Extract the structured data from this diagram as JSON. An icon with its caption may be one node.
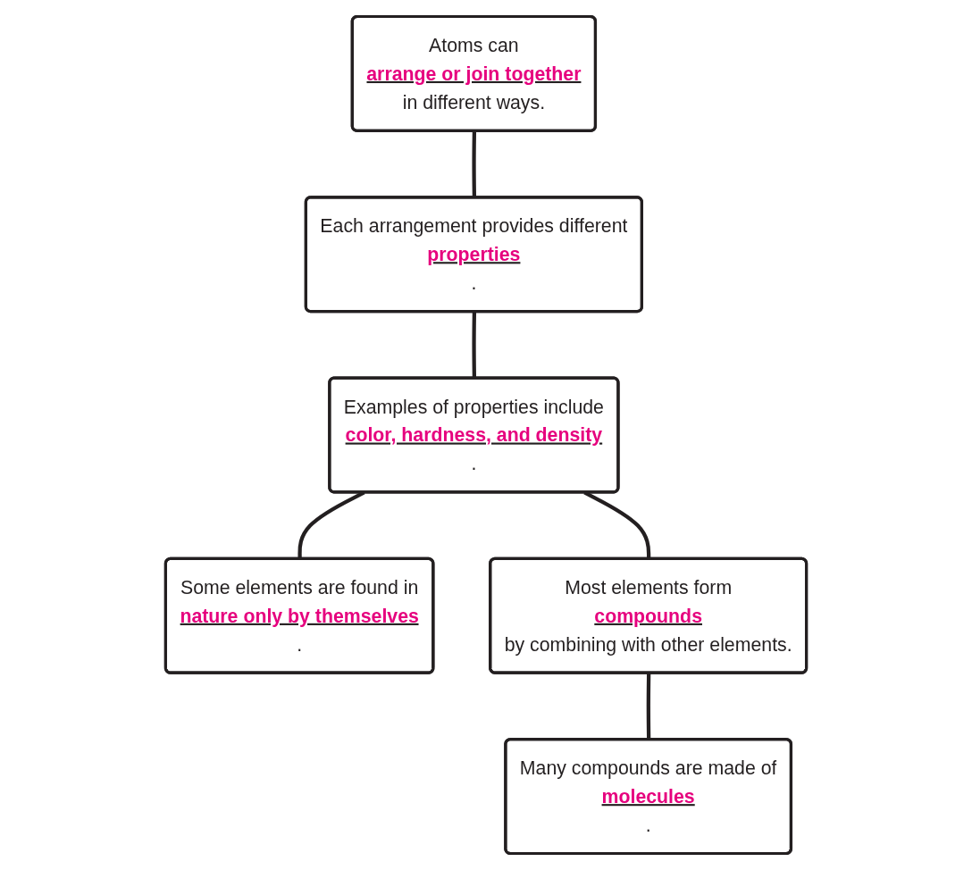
{
  "diagram": {
    "nodes": [
      {
        "text": [
          "Atoms can",
          "arrange or join together",
          "in different ways."
        ]
      },
      {
        "text": [
          "Each arrangement provides different",
          "properties",
          "."
        ]
      },
      {
        "text": [
          "Examples of properties include",
          "color, hardness, and density",
          "."
        ]
      },
      {
        "text": [
          "Some elements are found in",
          "nature only by themselves",
          "."
        ]
      },
      {
        "text": [
          "Most elements form",
          "compounds",
          "by combining with other elements."
        ]
      },
      {
        "text": [
          "Many compounds are made of",
          "molecules",
          "."
        ]
      }
    ],
    "edges": [
      {
        "from": 0,
        "to": 1,
        "arrow": "none"
      },
      {
        "from": 1,
        "to": 2,
        "arrow": "none"
      },
      {
        "from": 2,
        "to": 3,
        "arrow": "none"
      },
      {
        "from": 2,
        "to": 4,
        "arrow": "none"
      },
      {
        "from": 4,
        "to": 5,
        "arrow": "none"
      }
    ]
  }
}
